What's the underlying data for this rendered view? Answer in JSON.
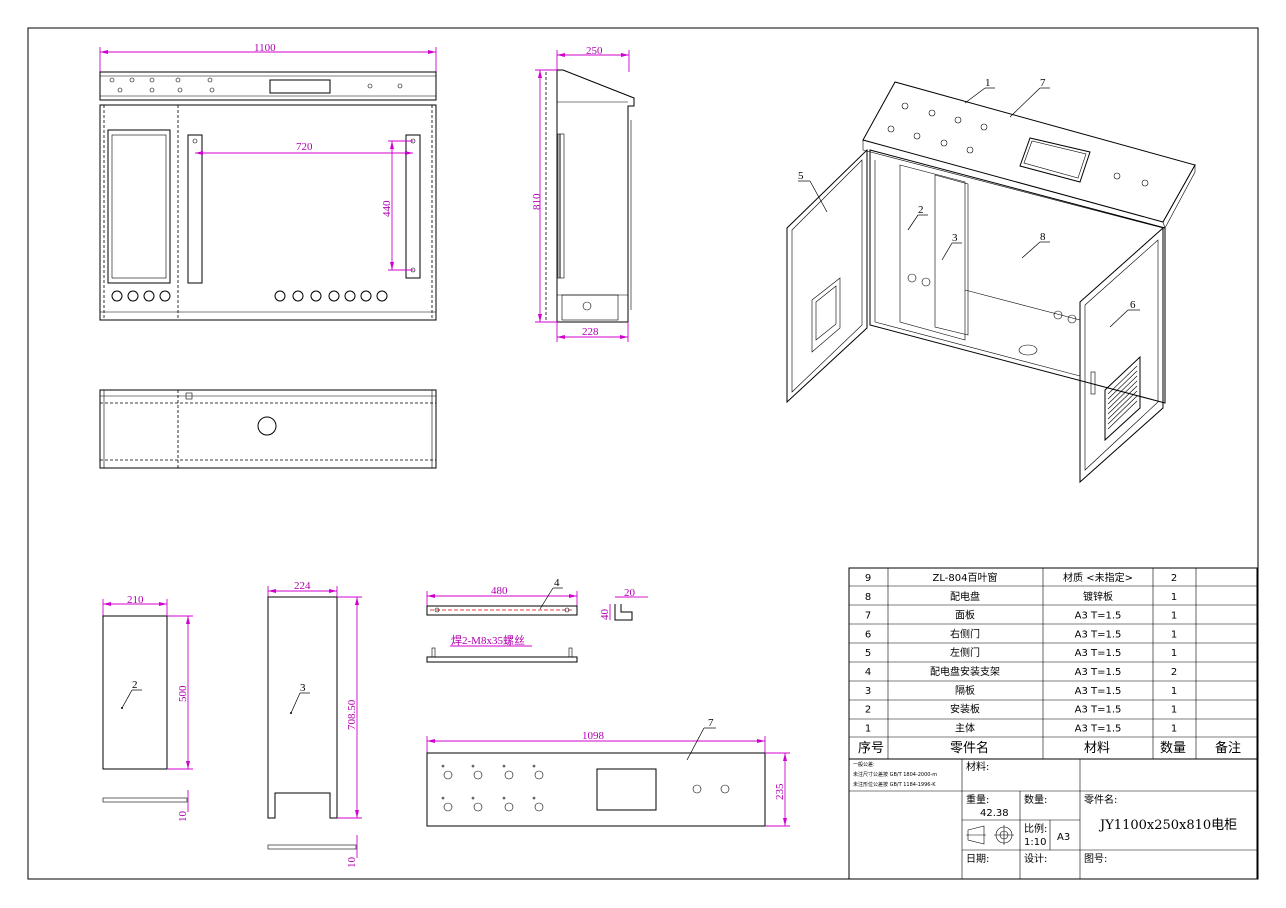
{
  "dims": {
    "front_width": "1100",
    "front_hole_spacing": "720",
    "front_hole_height": "440",
    "side_top": "250",
    "side_height": "810",
    "side_bottom": "228",
    "part2_width": "210",
    "part2_height": "500",
    "part2_thick": "10",
    "part3_width": "224",
    "part3_height": "708.50",
    "part3_thick": "10",
    "bracket_length": "480",
    "bracket_note": "焊2-M8x35螺丝",
    "bracket_w": "20",
    "bracket_h": "40",
    "panel_length": "1098",
    "panel_height": "235"
  },
  "labels": {
    "iso_1": "1",
    "iso_2": "2",
    "iso_3": "3",
    "iso_5": "5",
    "iso_6": "6",
    "iso_7": "7",
    "iso_8": "8",
    "part2": "2",
    "part3": "3",
    "part4": "4",
    "part7": "7"
  },
  "bom": {
    "headers": [
      "序号",
      "零件名",
      "材料",
      "数量",
      "备注"
    ],
    "rows": [
      {
        "no": "9",
        "name": "ZL-804百叶窗",
        "material": "材质 <未指定>",
        "qty": "2",
        "note": ""
      },
      {
        "no": "8",
        "name": "配电盘",
        "material": "镀锌板",
        "qty": "1",
        "note": ""
      },
      {
        "no": "7",
        "name": "面板",
        "material": "A3 T=1.5",
        "qty": "1",
        "note": ""
      },
      {
        "no": "6",
        "name": "右侧门",
        "material": "A3 T=1.5",
        "qty": "1",
        "note": ""
      },
      {
        "no": "5",
        "name": "左侧门",
        "material": "A3 T=1.5",
        "qty": "1",
        "note": ""
      },
      {
        "no": "4",
        "name": "配电盘安装支架",
        "material": "A3 T=1.5",
        "qty": "2",
        "note": ""
      },
      {
        "no": "3",
        "name": "隔板",
        "material": "A3 T=1.5",
        "qty": "1",
        "note": ""
      },
      {
        "no": "2",
        "name": "安装板",
        "material": "A3 T=1.5",
        "qty": "1",
        "note": ""
      },
      {
        "no": "1",
        "name": "主体",
        "material": "A3 T=1.5",
        "qty": "1",
        "note": ""
      }
    ]
  },
  "titleblock": {
    "tol1": "一般公差:",
    "tol2": "未注尺寸公差按 GB/T 1804-2000-m",
    "tol3": "未注形位公差按 GB/T 1184-1996-K",
    "material_label": "材料:",
    "weight_label": "重量:",
    "weight_value": "42.38",
    "qty_label": "数量:",
    "part_label": "零件名:",
    "part_name": "JY1100x250x810电柜",
    "scale_label": "比例:",
    "scale_value": "1:10",
    "sheet": "A3",
    "date_label": "日期:",
    "design_label": "设计:",
    "drawing_no_label": "图号:"
  }
}
